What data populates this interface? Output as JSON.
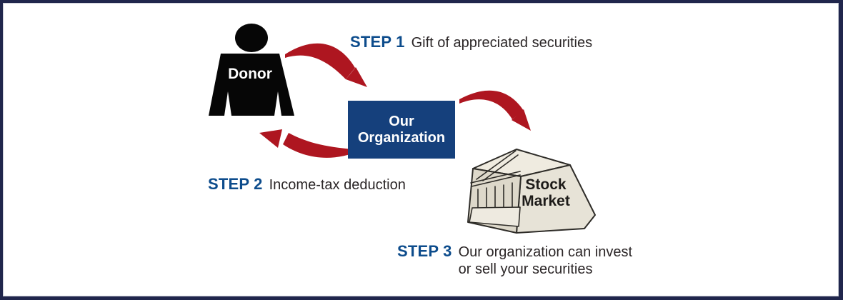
{
  "colors": {
    "background": "#ffffff",
    "frame_border": "#20264c",
    "inner_line": "#c9ccd6",
    "step_blue": "#0d4c8c",
    "body_text": "#2b2627",
    "arrow_red": "#ae1620",
    "box_navy": "#15407c",
    "box_text": "#ffffff",
    "donor_black": "#060606",
    "donor_text": "#ffffff",
    "building_top": "#efebe0",
    "building_right": "#e7e3d7",
    "building_left": "#ddd8ca",
    "building_base": "#eeeae0",
    "building_outline": "#2e2c28",
    "building_text": "#1d1b19"
  },
  "donor": {
    "label": "Donor"
  },
  "organization": {
    "line1": "Our",
    "line2": "Organization"
  },
  "building": {
    "line1": "Stock",
    "line2": "Market"
  },
  "steps": [
    {
      "label": "STEP 1",
      "text": "Gift of appreciated securities"
    },
    {
      "label": "STEP 2",
      "text": "Income-tax deduction"
    },
    {
      "label": "STEP 3",
      "text": "Our organization can invest",
      "text2": "or sell your securities"
    }
  ]
}
